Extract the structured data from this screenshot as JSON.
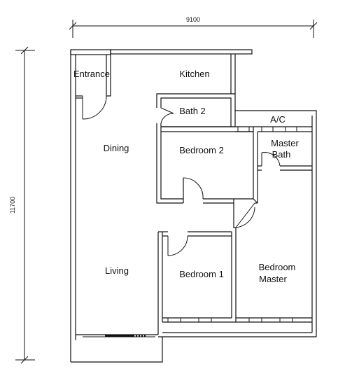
{
  "dimensions": {
    "width_label": "9100",
    "height_label": "11700"
  },
  "rooms": {
    "entrance": "Entrance",
    "kitchen": "Kitchen",
    "bath2": "Bath 2",
    "ac": "A/C",
    "dining": "Dining",
    "bedroom2": "Bedroom 2",
    "master_bath_line1": "Master",
    "master_bath_line2": "Bath",
    "living": "Living",
    "bedroom1": "Bedroom 1",
    "bedroom_master_line1": "Bedroom",
    "bedroom_master_line2": "Master"
  }
}
